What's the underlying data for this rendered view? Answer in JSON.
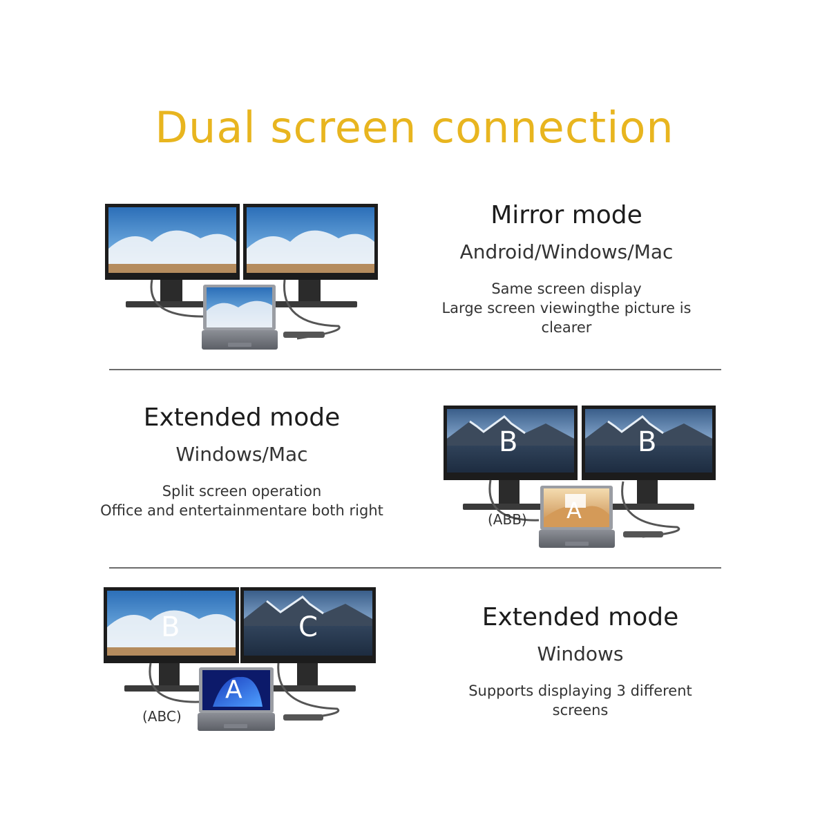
{
  "title": "Dual screen connection",
  "sections": [
    {
      "heading": "Mirror mode",
      "os": "Android/Windows/Mac",
      "desc": [
        "Same screen display",
        "Large screen viewingthe picture is clearer"
      ]
    },
    {
      "heading": "Extended mode",
      "os": "Windows/Mac",
      "desc": [
        "Split screen operation",
        "Office and entertainmentare both right"
      ],
      "labels": {
        "left": "B",
        "right": "B",
        "laptop": "A",
        "tag": "(ABB)"
      }
    },
    {
      "heading": "Extended mode",
      "os": "Windows",
      "desc": [
        "Supports displaying 3 different",
        "screens"
      ],
      "labels": {
        "left": "B",
        "right": "C",
        "laptop": "A",
        "tag": "(ABC)"
      }
    }
  ],
  "colors": {
    "title": "#e8b51f",
    "divider": "#6b6b6b"
  }
}
